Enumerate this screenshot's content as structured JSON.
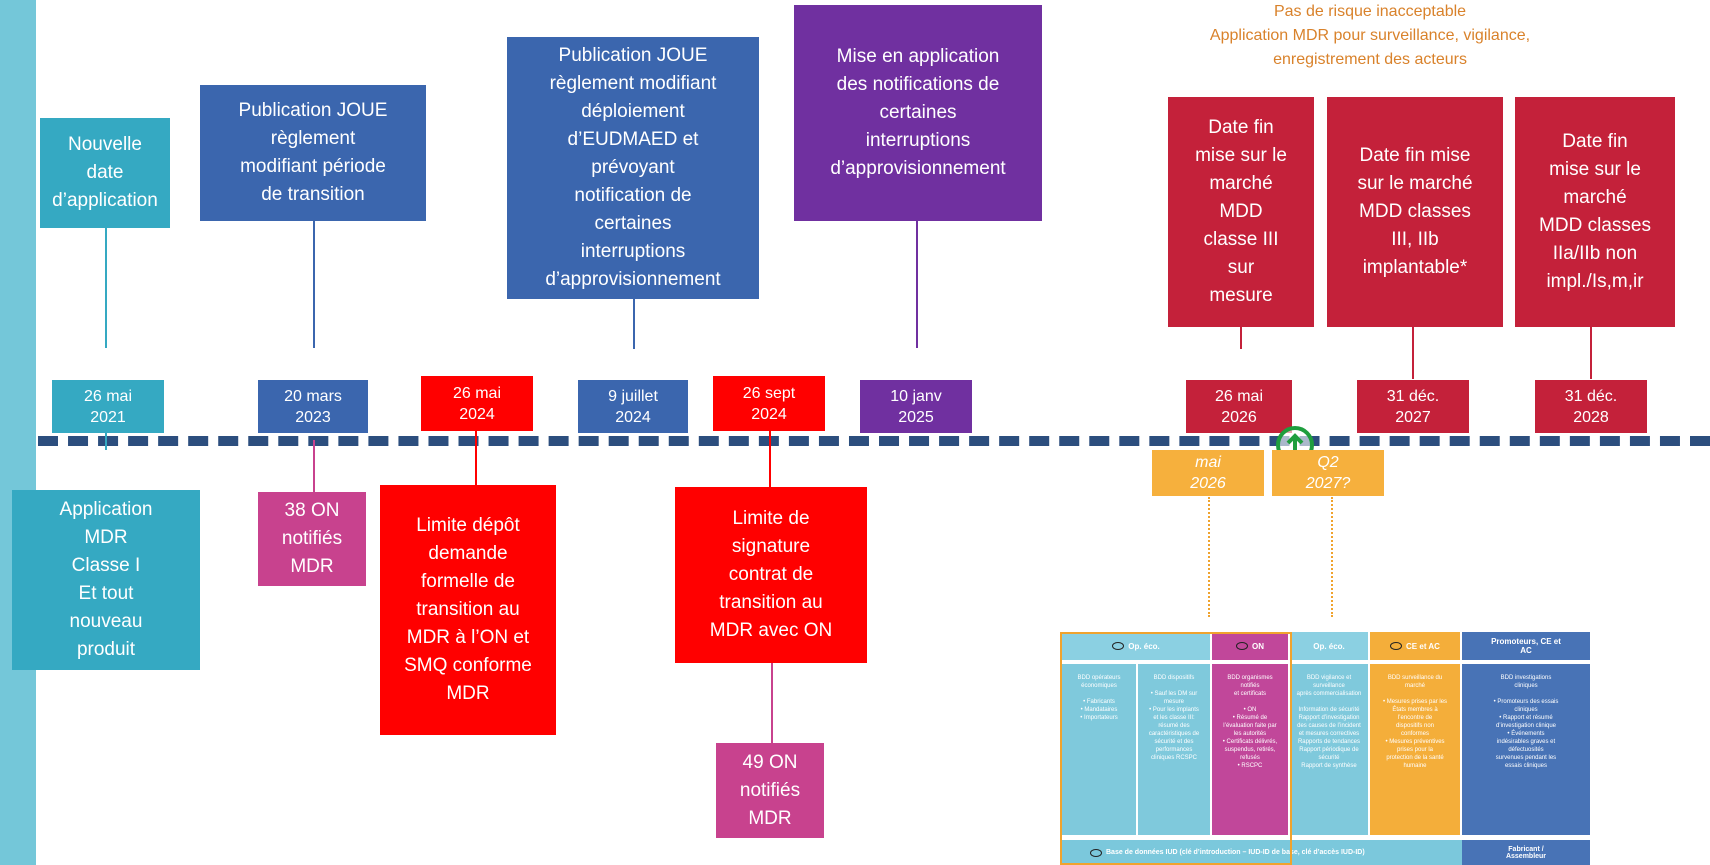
{
  "top_note": {
    "line1": "Pas de risque inacceptable",
    "line2": "Application MDR pour surveillance, vigilance,",
    "line3": "enregistrement des acteurs"
  },
  "above": {
    "nouvelle_date": "Nouvelle\ndate\nd’application",
    "joue_2023": "Publication JOUE\nrèglement\nmodifiant période\nde transition",
    "joue_2024": "Publication JOUE\nrèglement modifiant\ndéploiement\nd’EUDMAED et\nprévoyant\nnotification de\ncertaines\ninterruptions\nd’approvisionnement",
    "mise_application": "Mise en application\ndes notifications de\ncertaines\ninterruptions\nd’approvisionnement",
    "fin_classe3": "Date fin\nmise sur le\nmarché\nMDD\nclasse III\nsur\nmesure",
    "fin_classe3_2b": "Date fin mise\nsur le marché\nMDD classes\nIII, IIb\nimplantable*",
    "fin_2a_2b": "Date fin\nmise sur le\nmarché\nMDD classes\nIIa/IIb non\nimpl./Is,m,ir"
  },
  "dates": {
    "d2021": "26 mai\n2021",
    "d2023": "20 mars\n2023",
    "d2024_mai": "26 mai\n2024",
    "d2024_juil": "9 juillet\n2024",
    "d2024_sept": "26 sept\n2024",
    "d2025": "10 janv\n2025",
    "d2026": "26 mai\n2026",
    "d2027": "31 déc.\n2027",
    "d2028": "31 déc.\n2028"
  },
  "below": {
    "application_mdr": "Application\nMDR\nClasse I\nEt tout\nnouveau\nproduit",
    "on_38": "38 ON\nnotifiés\nMDR",
    "limite_depot": "Limite dépôt\ndemande\nformelle de\ntransition au\nMDR à l’ON et\nSMQ conforme\nMDR",
    "limite_signature": "Limite de\nsignature\ncontrat de\ntransition au\nMDR avec ON",
    "on_49": "49 ON\nnotifiés\nMDR"
  },
  "eudamed": {
    "mai_2026": "mai\n2026",
    "q2_2027": "Q2\n2027?"
  },
  "thumbnail": {
    "col1_head": "Op. éco.",
    "col1a_body": "BDD opérateurs\néconomiques\n\n• Fabricants\n• Mandataires\n• Importateurs",
    "col1b_body": "BDD dispositifs\n\n• Sauf les DM sur\nmesure\n• Pour les implants\net les classe III:\nrésumé des\ncaractéristiques de\nsécurité et des\nperformances\ncliniques RCSPC",
    "col2_head": "ON",
    "col2_body": "BDD organismes\nnotifiés\net certificats\n\n• ON\n• Résumé de\nl’évaluation faite par\nles autorités\n• Certificats délivrés,\nsuspendus, retirés,\nrefusés\n• RSCPC",
    "col3_head": "Op. éco.",
    "col3_body": "BDD vigilance et\nsurveillance\naprès commercialisation\n\nInformation de sécurité\nRapport d’investigation\ndes causes de l’incident\net mesures correctives\nRapports de tendances\nRapport périodique de\nsécurité\nRapport de synthèse",
    "col4_head": "CE et AC",
    "col4_body": "BDD surveillance du\nmarché\n\n• Mesures prises par les\nÉtats membres à\nl’encontre de\ndispositifs non\nconformes\n• Mesures préventives\nprises pour la\nprotection de la santé\nhumaine",
    "col5_head": "Promoteurs, CE et\nAC",
    "col5_body": "BDD investigations\ncliniques\n\n• Promoteurs des essais\ncliniques\n• Rapport et résumé\nd’investigation clinique\n• Événements\nindésirables graves et\ndéfectuosités\nsurvenues pendant les\nessais cliniques",
    "footer": "Base de données IUD (clé d’introduction – IUD-ID de base, clé d’accès IUD-ID)",
    "footer_right": "Fabricant /\nAssembleur"
  },
  "colors": {
    "teal": "#35A9C2",
    "blue": "#3B66AE",
    "purple": "#7030A0",
    "crimson": "#C4213A",
    "red": "#FF0000",
    "magenta": "#C8428E",
    "orange": "#F6B03D",
    "axis": "#2C4E7E"
  }
}
